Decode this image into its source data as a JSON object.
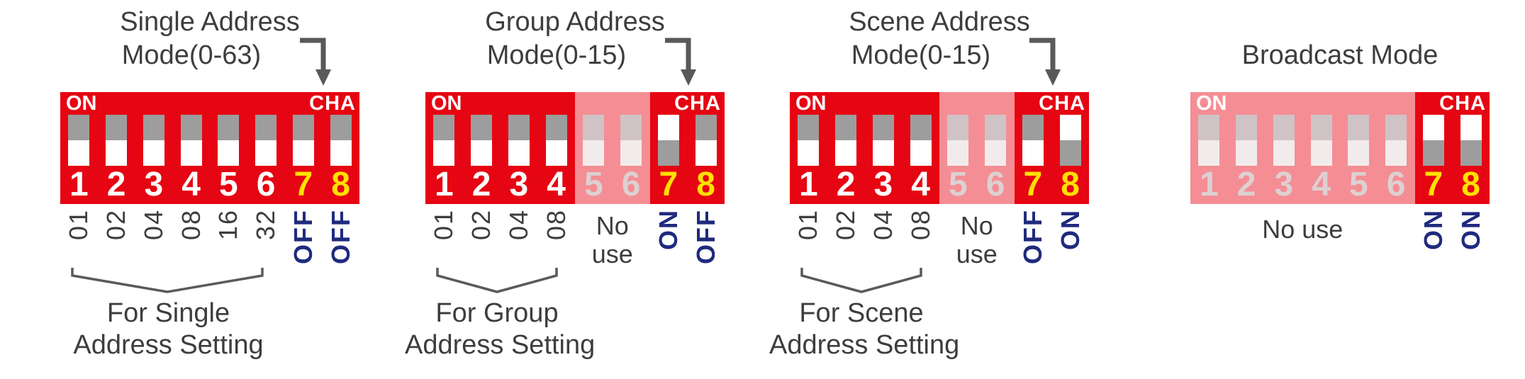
{
  "colors": {
    "red": "#e60512",
    "yellow": "#ffe100",
    "blue": "#1f2a7e",
    "text_gray": "#3d3d3d",
    "arrow_gray": "#595959",
    "track_gray": "#9d9d9d",
    "handle_white": "#ffffff"
  },
  "panels": [
    {
      "name": "single-address",
      "title_line1": "Single Address",
      "title_line2": "Mode(0-63)",
      "on_label": "ON",
      "cha_label": "CHA",
      "switches": [
        {
          "num": "1",
          "position": "off",
          "use": "used"
        },
        {
          "num": "2",
          "position": "off",
          "use": "used"
        },
        {
          "num": "3",
          "position": "off",
          "use": "used"
        },
        {
          "num": "4",
          "position": "off",
          "use": "used"
        },
        {
          "num": "5",
          "position": "off",
          "use": "used"
        },
        {
          "num": "6",
          "position": "off",
          "use": "used"
        },
        {
          "num": "7",
          "position": "off",
          "use": "used"
        },
        {
          "num": "8",
          "position": "off",
          "use": "used"
        }
      ],
      "values": [
        "01",
        "02",
        "04",
        "08",
        "16",
        "32"
      ],
      "ch7_state": "OFF",
      "ch8_state": "OFF",
      "caption_line1": "For Single",
      "caption_line2": "Address Setting"
    },
    {
      "name": "group-address",
      "title_line1": "Group Address",
      "title_line2": "Mode(0-15)",
      "on_label": "ON",
      "cha_label": "CHA",
      "switches": [
        {
          "num": "1",
          "position": "off",
          "use": "used"
        },
        {
          "num": "2",
          "position": "off",
          "use": "used"
        },
        {
          "num": "3",
          "position": "off",
          "use": "used"
        },
        {
          "num": "4",
          "position": "off",
          "use": "used"
        },
        {
          "num": "5",
          "position": "off",
          "use": "unused"
        },
        {
          "num": "6",
          "position": "off",
          "use": "unused"
        },
        {
          "num": "7",
          "position": "on",
          "use": "used"
        },
        {
          "num": "8",
          "position": "off",
          "use": "used"
        }
      ],
      "values": [
        "01",
        "02",
        "04",
        "08"
      ],
      "no_use_line1": "No",
      "no_use_line2": "use",
      "ch7_state": "ON",
      "ch8_state": "OFF",
      "caption_line1": "For Group",
      "caption_line2": "Address Setting"
    },
    {
      "name": "scene-address",
      "title_line1": "Scene Address",
      "title_line2": "Mode(0-15)",
      "on_label": "ON",
      "cha_label": "CHA",
      "switches": [
        {
          "num": "1",
          "position": "off",
          "use": "used"
        },
        {
          "num": "2",
          "position": "off",
          "use": "used"
        },
        {
          "num": "3",
          "position": "off",
          "use": "used"
        },
        {
          "num": "4",
          "position": "off",
          "use": "used"
        },
        {
          "num": "5",
          "position": "off",
          "use": "unused"
        },
        {
          "num": "6",
          "position": "off",
          "use": "unused"
        },
        {
          "num": "7",
          "position": "off",
          "use": "used"
        },
        {
          "num": "8",
          "position": "on",
          "use": "used"
        }
      ],
      "values": [
        "01",
        "02",
        "04",
        "08"
      ],
      "no_use_line1": "No",
      "no_use_line2": "use",
      "ch7_state": "OFF",
      "ch8_state": "ON",
      "caption_line1": "For Scene",
      "caption_line2": "Address Setting"
    },
    {
      "name": "broadcast",
      "title_line1": "Broadcast Mode",
      "on_label": "ON",
      "cha_label": "CHA",
      "switches": [
        {
          "num": "1",
          "position": "off",
          "use": "unused"
        },
        {
          "num": "2",
          "position": "off",
          "use": "unused"
        },
        {
          "num": "3",
          "position": "off",
          "use": "unused"
        },
        {
          "num": "4",
          "position": "off",
          "use": "unused"
        },
        {
          "num": "5",
          "position": "off",
          "use": "unused"
        },
        {
          "num": "6",
          "position": "off",
          "use": "unused"
        },
        {
          "num": "7",
          "position": "on",
          "use": "used"
        },
        {
          "num": "8",
          "position": "on",
          "use": "used"
        }
      ],
      "no_use": "No use",
      "ch7_state": "ON",
      "ch8_state": "ON"
    }
  ]
}
